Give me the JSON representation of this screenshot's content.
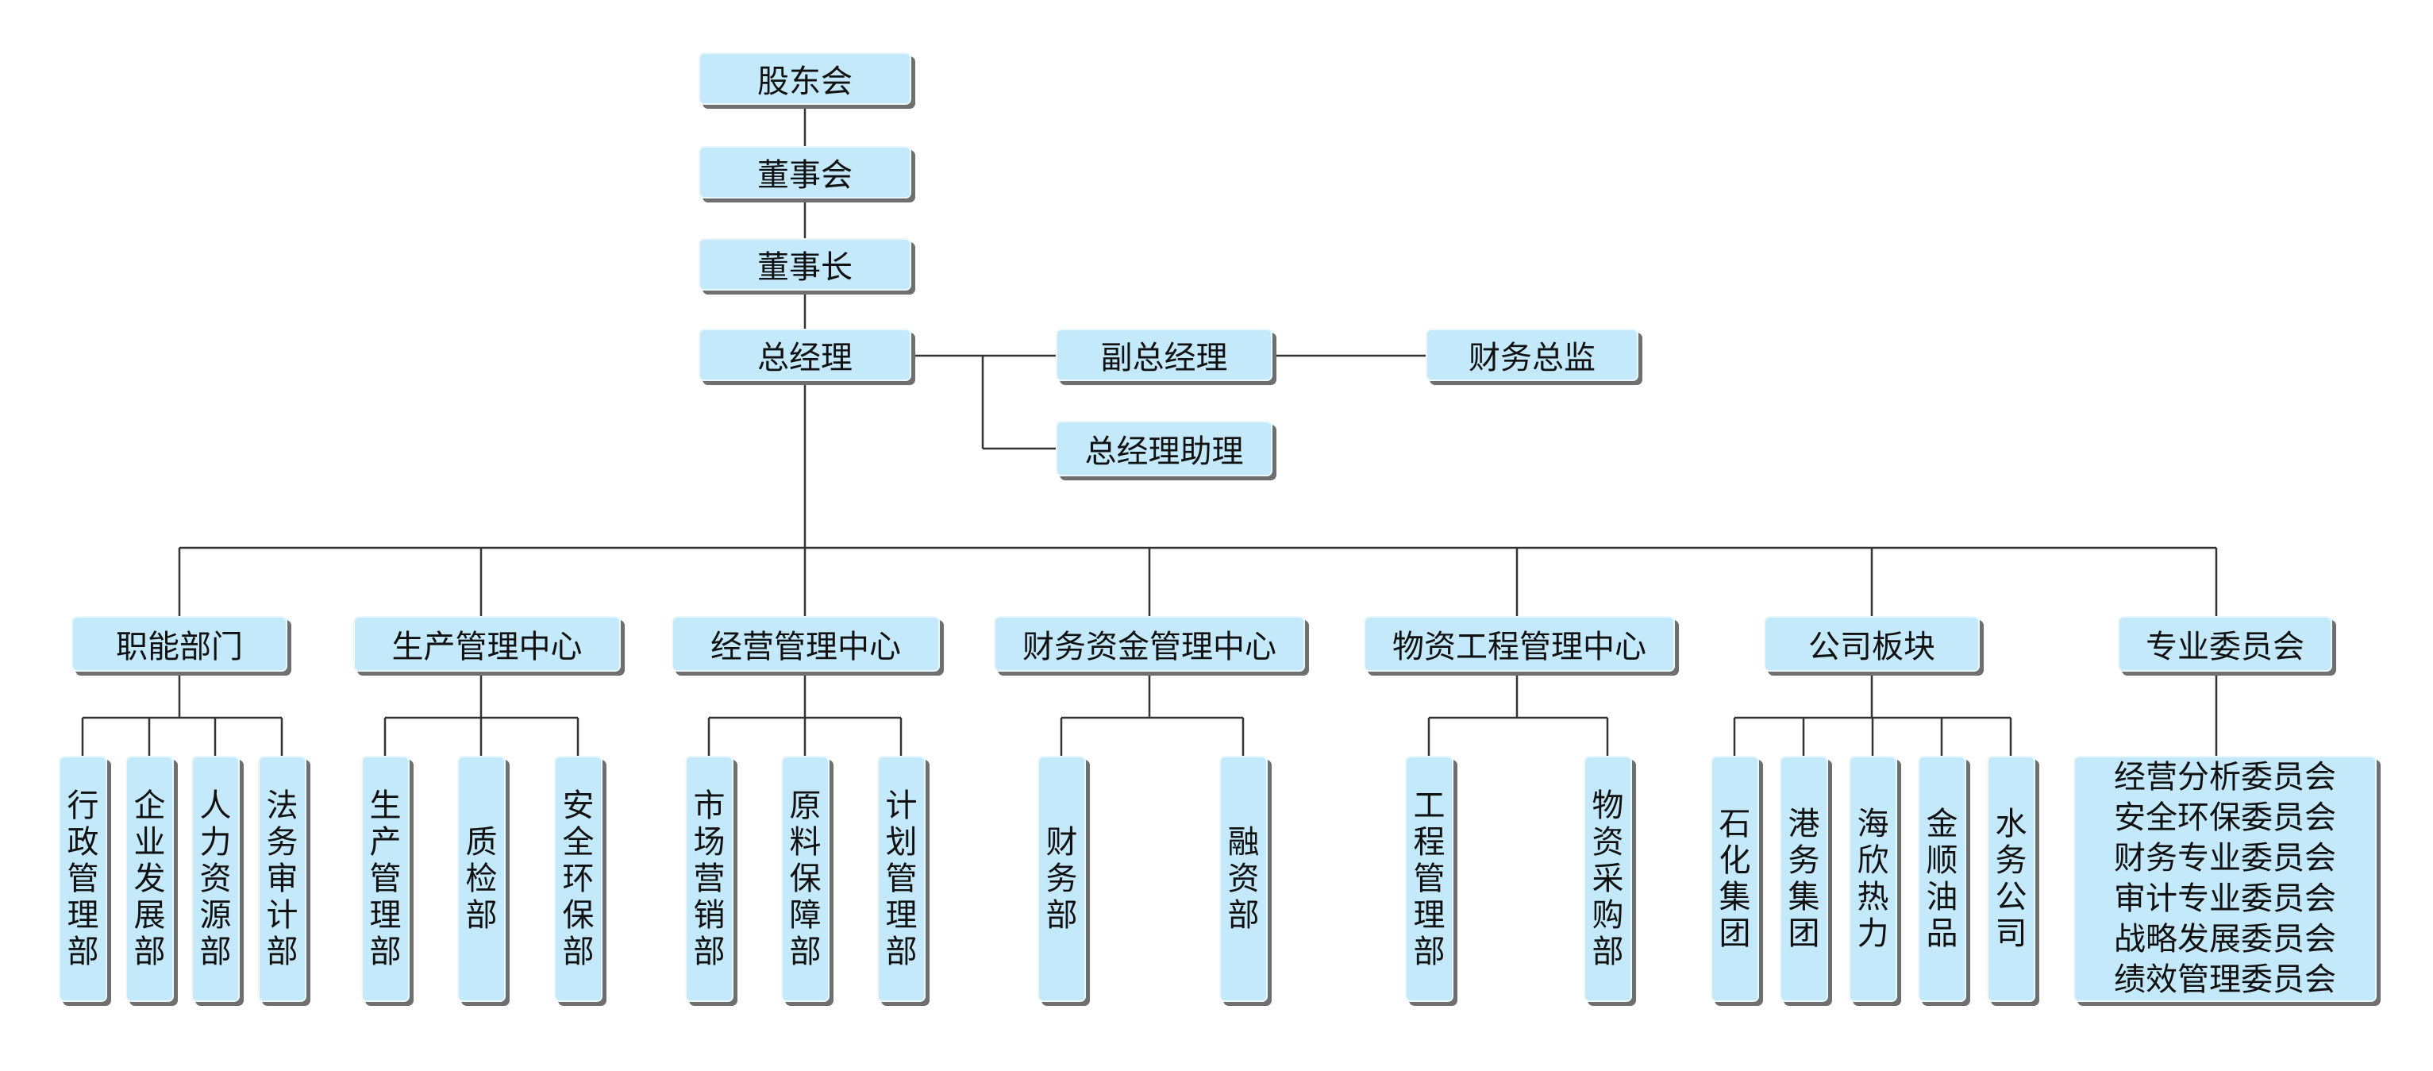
{
  "top_chain": [
    "股东会",
    "董事会",
    "董事长",
    "总经理"
  ],
  "side": {
    "vice_gm": "副总经理",
    "cfo": "财务总监",
    "gm_assistant": "总经理助理"
  },
  "divisions": [
    {
      "label": "职能部门",
      "children": [
        "行政管理部",
        "企业发展部",
        "人力资源部",
        "法务审计部"
      ]
    },
    {
      "label": "生产管理中心",
      "children": [
        "生产管理部",
        "质检部",
        "安全环保部"
      ]
    },
    {
      "label": "经营管理中心",
      "children": [
        "市场营销部",
        "原料保障部",
        "计划管理部"
      ]
    },
    {
      "label": "财务资金管理中心",
      "children": [
        "财务部",
        "融资部"
      ]
    },
    {
      "label": "物资工程管理中心",
      "children": [
        "工程管理部",
        "物资采购部"
      ]
    },
    {
      "label": "公司板块",
      "children": [
        "石化集团",
        "港务集团",
        "海欣热力",
        "金顺油品",
        "水务公司"
      ]
    },
    {
      "label": "专业委员会",
      "committees": [
        "经营分析委员会",
        "安全环保委员会",
        "财务专业委员会",
        "审计专业委员会",
        "战略发展委员会",
        "绩效管理委员会"
      ]
    }
  ],
  "colors": {
    "box_fill": "#c4e9fb",
    "box_border": "#eaf8ff",
    "shadow": "#6f6f6f",
    "line": "#333333"
  }
}
